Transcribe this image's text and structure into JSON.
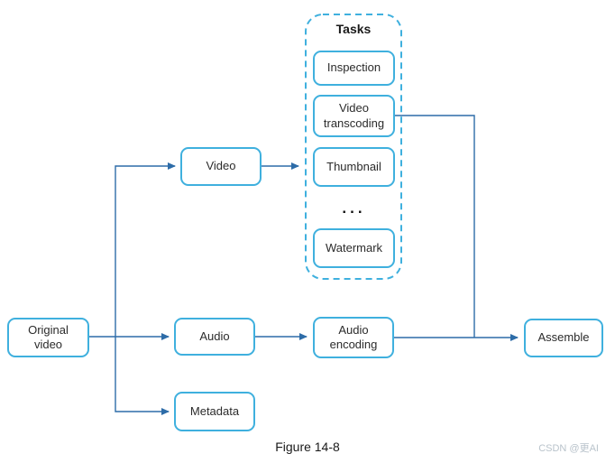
{
  "figure": {
    "caption": "Figure 14-8",
    "site_watermark": "CSDN @更AI"
  },
  "colors": {
    "box_border": "#3fb0de",
    "arrow": "#2d6ca8",
    "text": "#2b2b2b",
    "watermark": "#b9c3cb",
    "bg": "#ffffff"
  },
  "diagram": {
    "nodes": {
      "original_video": "Original video",
      "video": "Video",
      "audio": "Audio",
      "metadata": "Metadata",
      "audio_encoding": "Audio encoding",
      "assemble": "Assemble"
    },
    "tasks_group": {
      "title": "Tasks",
      "tasks": [
        "Inspection",
        "Video transcoding",
        "Thumbnail",
        "Watermark"
      ],
      "ellipsis": "..."
    }
  }
}
